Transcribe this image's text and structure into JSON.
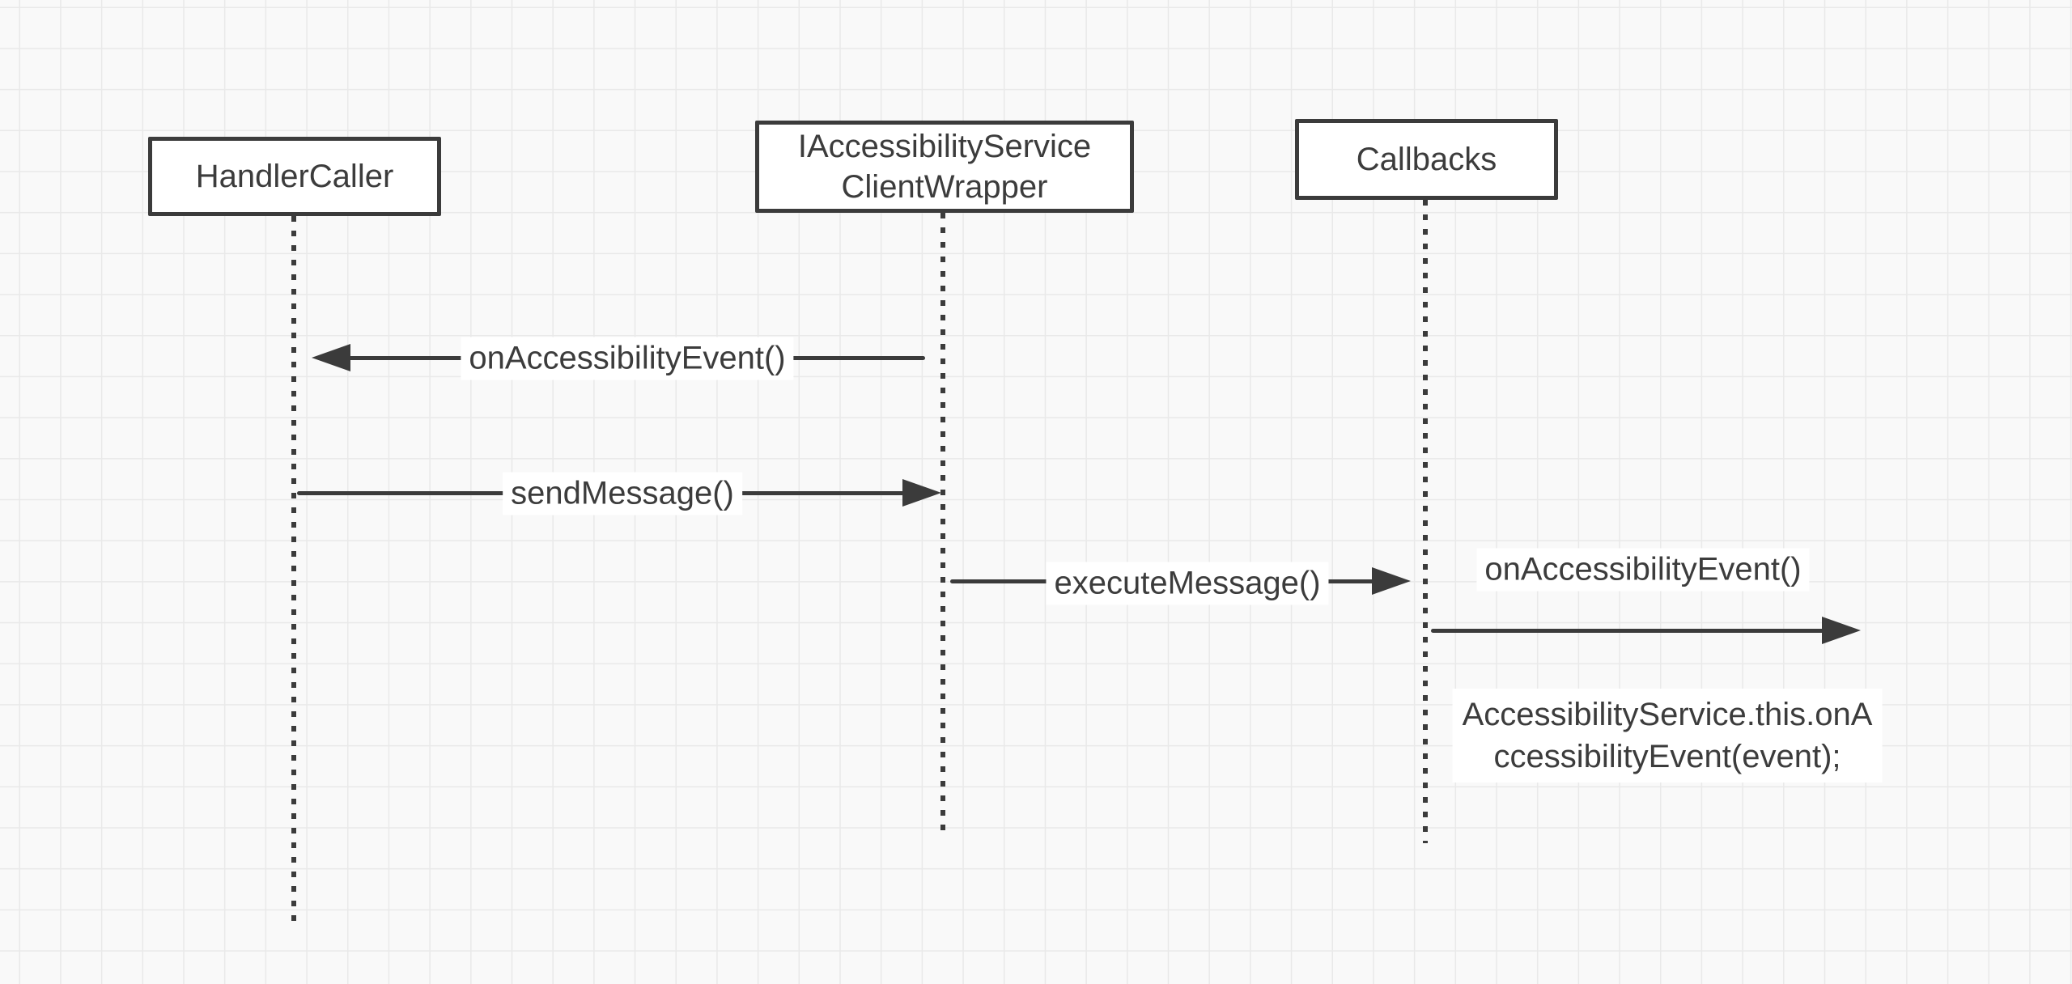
{
  "diagram": {
    "actors": [
      {
        "label_lines": [
          "HandlerCaller"
        ]
      },
      {
        "label_lines": [
          "IAccessibilityService",
          "ClientWrapper"
        ]
      },
      {
        "label_lines": [
          "Callbacks"
        ]
      }
    ],
    "messages": [
      {
        "label": "onAccessibilityEvent()",
        "from": "IAccessibilityServiceClientWrapper",
        "to": "HandlerCaller",
        "direction": "left"
      },
      {
        "label": "sendMessage()",
        "from": "HandlerCaller",
        "to": "IAccessibilityServiceClientWrapper",
        "direction": "right"
      },
      {
        "label": "executeMessage()",
        "from": "IAccessibilityServiceClientWrapper",
        "to": "Callbacks",
        "direction": "right"
      },
      {
        "label": "onAccessibilityEvent()",
        "from": "Callbacks",
        "to": "",
        "direction": "right"
      }
    ],
    "note": {
      "lines": [
        "AccessibilityService.this.onA",
        "ccessibilityEvent(event);"
      ]
    }
  },
  "colors": {
    "ink": "#3b3b3b",
    "text": "#3c3c3c",
    "grid_line": "#e9e9e9",
    "canvas_bg": "#f9f9f9",
    "label_bg": "#ffffff"
  }
}
